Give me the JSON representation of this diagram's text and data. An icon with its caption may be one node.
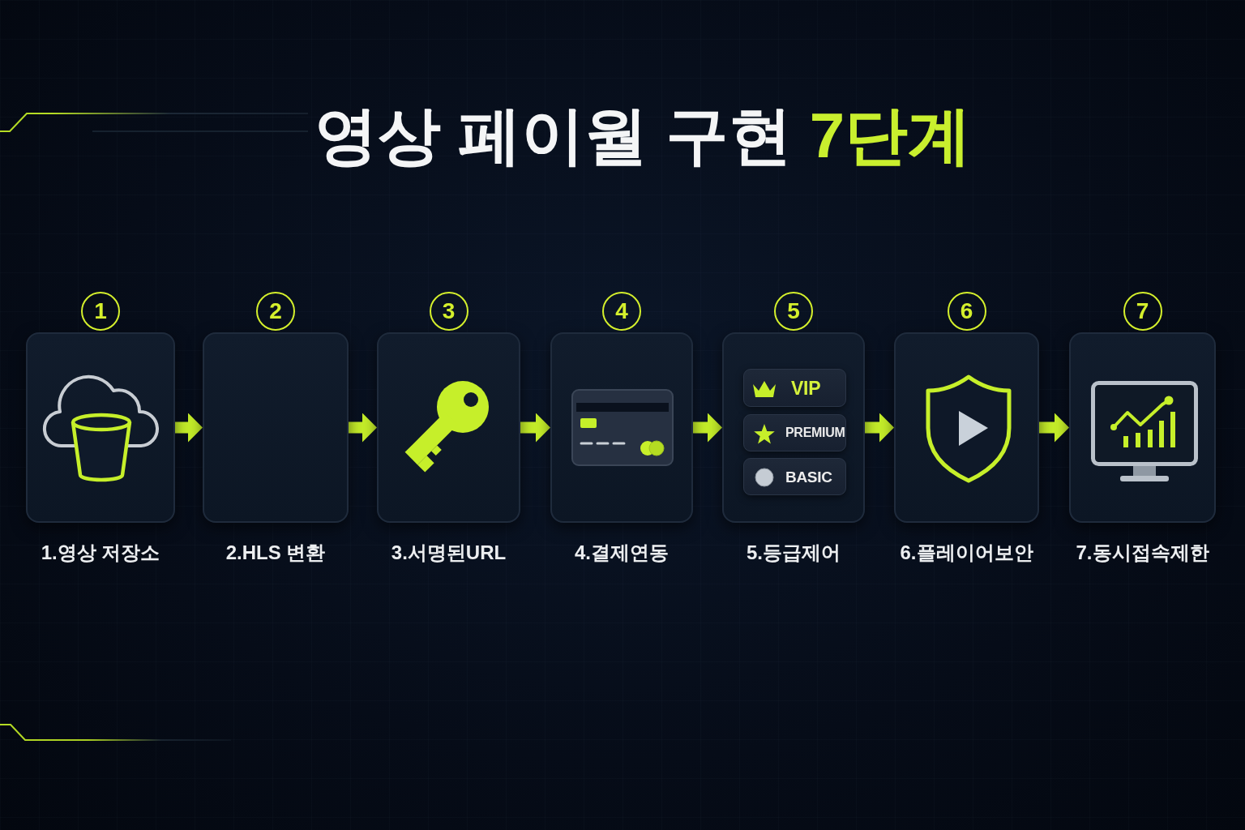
{
  "diagram": {
    "title": "영상 페이월 구현 7단계",
    "nodes": [
      {
        "text": [
          "1.영상 저장소"
        ],
        "beside": [
          "1"
        ]
      },
      {
        "text": [
          "2.HLS 변환"
        ],
        "beside": [
          "2"
        ]
      },
      {
        "text": [
          "3.서명된URL"
        ],
        "beside": [
          "3"
        ]
      },
      {
        "text": [
          "4.결제연동"
        ],
        "beside": [
          "4"
        ]
      },
      {
        "text": [
          "5.등급제어"
        ],
        "beside": [
          "5"
        ]
      },
      {
        "text": [
          "VIP"
        ],
        "in": 4
      },
      {
        "text": [
          "PREMIUM"
        ],
        "in": 4
      },
      {
        "text": [
          "BASIC"
        ],
        "in": 4
      },
      {
        "text": [
          "6.플레이어보안"
        ],
        "beside": [
          "6"
        ]
      },
      {
        "text": [
          "7.동시접속제한"
        ],
        "beside": [
          "7"
        ]
      }
    ],
    "edges": [
      {
        "from": 0,
        "to": 1,
        "arrow": "to"
      },
      {
        "from": 1,
        "to": 2,
        "arrow": "to"
      },
      {
        "from": 2,
        "to": 3,
        "arrow": "to"
      },
      {
        "from": 3,
        "to": 4,
        "arrow": "to"
      },
      {
        "from": 4,
        "to": 8,
        "arrow": "to"
      },
      {
        "from": 8,
        "to": 9,
        "arrow": "to"
      }
    ]
  }
}
